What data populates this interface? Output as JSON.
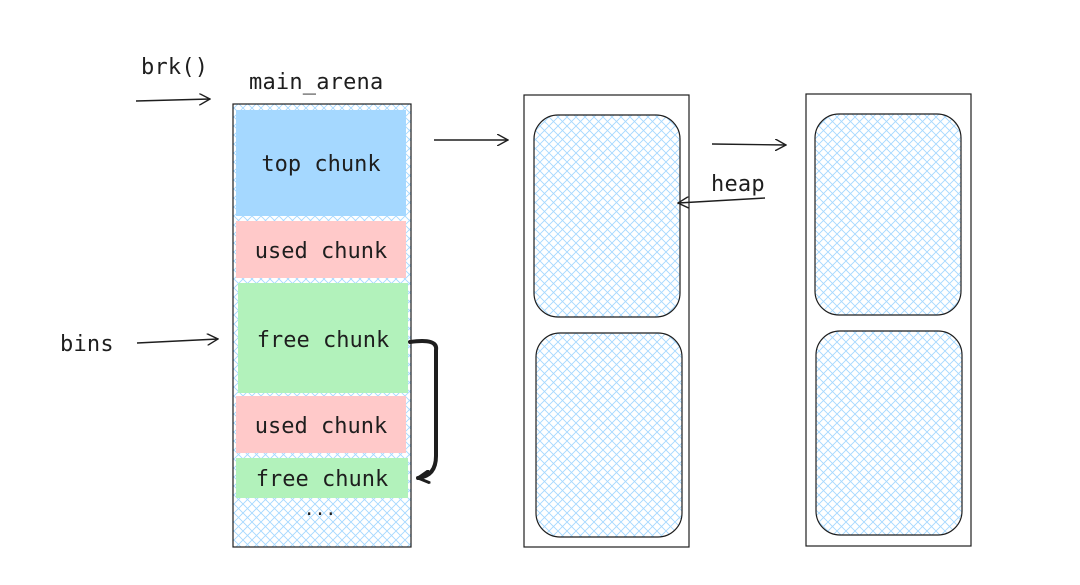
{
  "labels": {
    "brk": "brk()",
    "main_arena": "main_arena",
    "bins": "bins",
    "heap": "heap"
  },
  "main_arena_chunks": [
    {
      "label": "top chunk",
      "type": "top",
      "color": "#a5d8ff"
    },
    {
      "label": "used chunk",
      "type": "used",
      "color": "#ffc9c9"
    },
    {
      "label": "free chunk",
      "type": "free",
      "color": "#b2f2bb"
    },
    {
      "label": "used chunk",
      "type": "used",
      "color": "#ffc9c9"
    },
    {
      "label": "free chunk",
      "type": "free",
      "color": "#b2f2bb"
    }
  ],
  "ellipsis": "...",
  "colors": {
    "stroke": "#1e1e1e",
    "hatch": "#a5d8ff",
    "top": "#a5d8ff",
    "used": "#ffc9c9",
    "free": "#b2f2bb"
  }
}
